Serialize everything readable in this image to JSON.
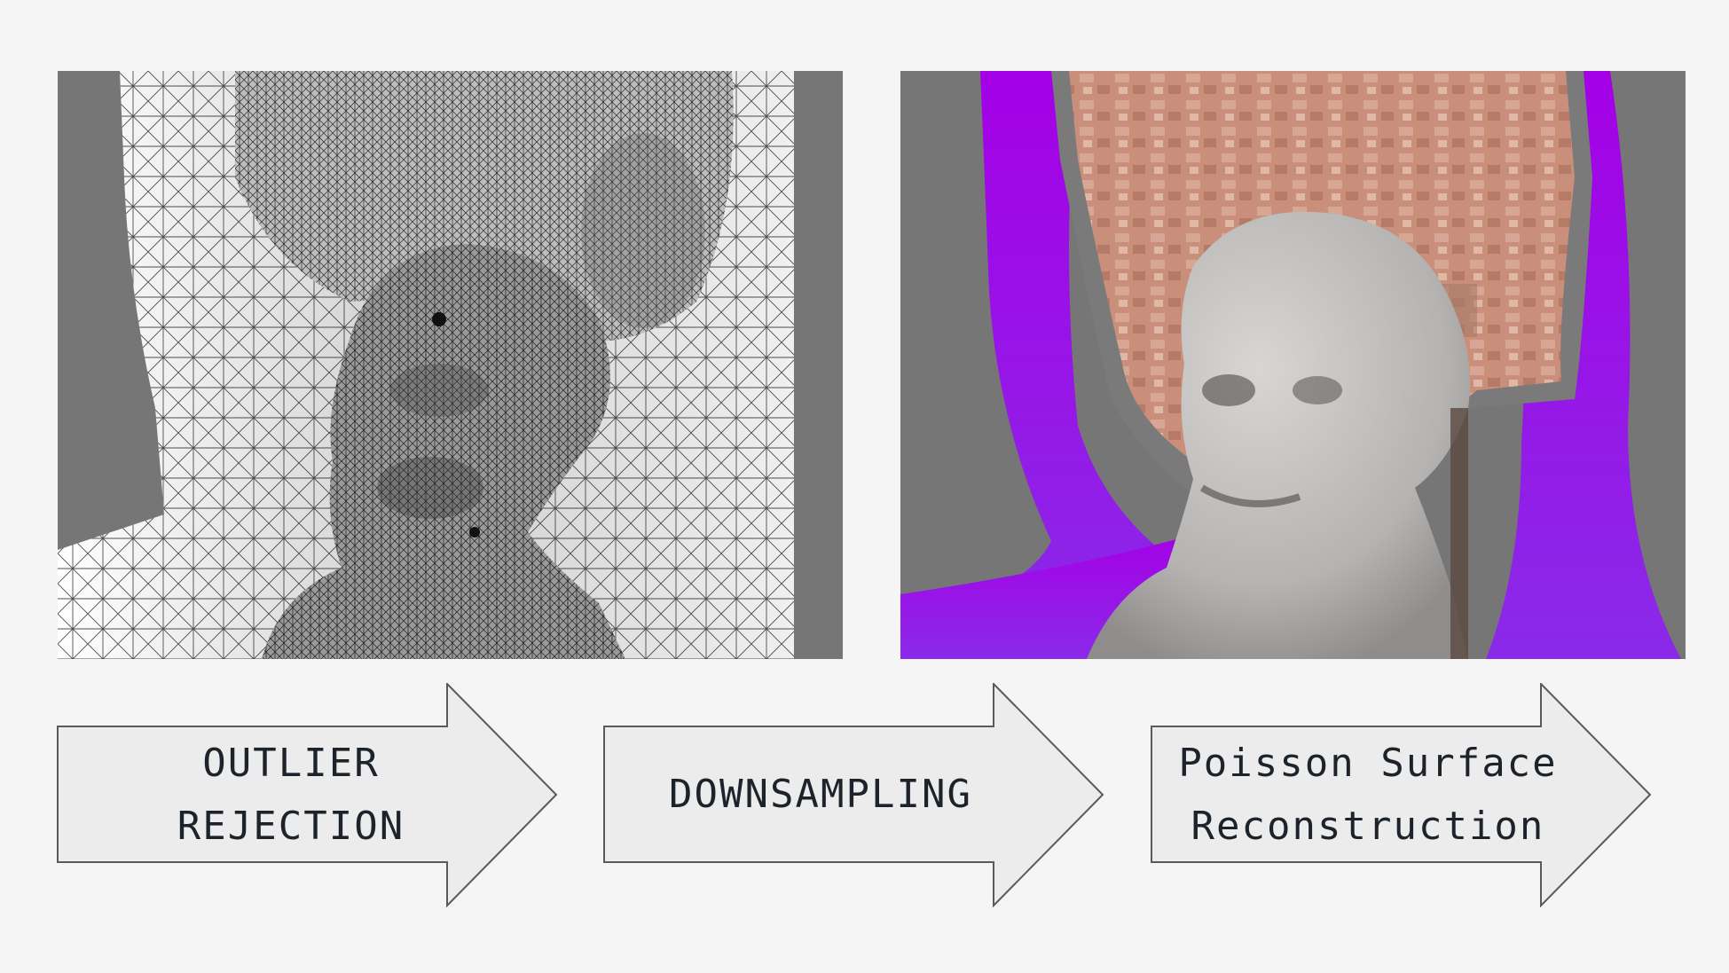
{
  "panels": {
    "left": {
      "icon": "wireframe-mesh-bust-image"
    },
    "right": {
      "icon": "textured-reconstruction-bust-image"
    }
  },
  "steps": [
    {
      "label": "OUTLIER REJECTION"
    },
    {
      "label": "DOWNSAMPLING"
    },
    {
      "label": "Poisson Surface\nReconstruction"
    }
  ],
  "colors": {
    "background": "#f5f5f5",
    "arrow_fill": "#ececec",
    "arrow_stroke": "#5a5a5a",
    "text": "#1d232b",
    "magenta": "#a100e8",
    "brick": "#c98f7a"
  }
}
